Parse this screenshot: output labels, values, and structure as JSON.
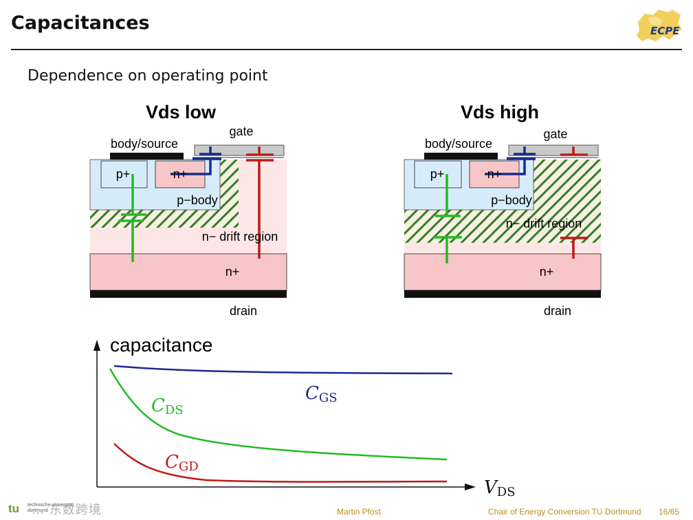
{
  "slide": {
    "title": "Capacitances",
    "subtitle": "Dependence on operating point"
  },
  "logo": {
    "text": "ECPE"
  },
  "diagram_low": {
    "heading": "Vds low",
    "gate": "gate",
    "body_source": "body/source",
    "p_plus": "p+",
    "n_plus_top": "n+",
    "p_body": "p−body",
    "drift": "n− drift region",
    "n_plus_sub": "n+",
    "drain": "drain"
  },
  "diagram_high": {
    "heading": "Vds high",
    "gate": "gate",
    "body_source": "body/source",
    "p_plus": "p+",
    "n_plus_top": "n+",
    "p_body": "p−body",
    "drift": "n− drift region",
    "n_plus_sub": "n+",
    "drain": "drain"
  },
  "colors": {
    "cgs": "#1a2a8c",
    "cds": "#22bb22",
    "cgd": "#c01818",
    "pplus": "#d7ecfb",
    "nplus": "#f6c6c8",
    "drift": "#fde6e6",
    "hatch": "#3a7a2a",
    "gate": "#c9c9c9"
  },
  "plot": {
    "ylabel": "capacitance",
    "xlabel_main": "V",
    "xlabel_sub": "DS",
    "curves": [
      {
        "label_main": "C",
        "label_sub": "GS"
      },
      {
        "label_main": "C",
        "label_sub": "DS"
      },
      {
        "label_main": "C",
        "label_sub": "GD"
      }
    ]
  },
  "footer": {
    "author": "Martin Pfost",
    "chair": "Chair of Energy Conversion TU Dortmund",
    "page": "16/65",
    "tu_mark": "tu",
    "tu_line1": "technische universität",
    "tu_line2": "dortmund",
    "watermark": "… 东数跨境"
  }
}
